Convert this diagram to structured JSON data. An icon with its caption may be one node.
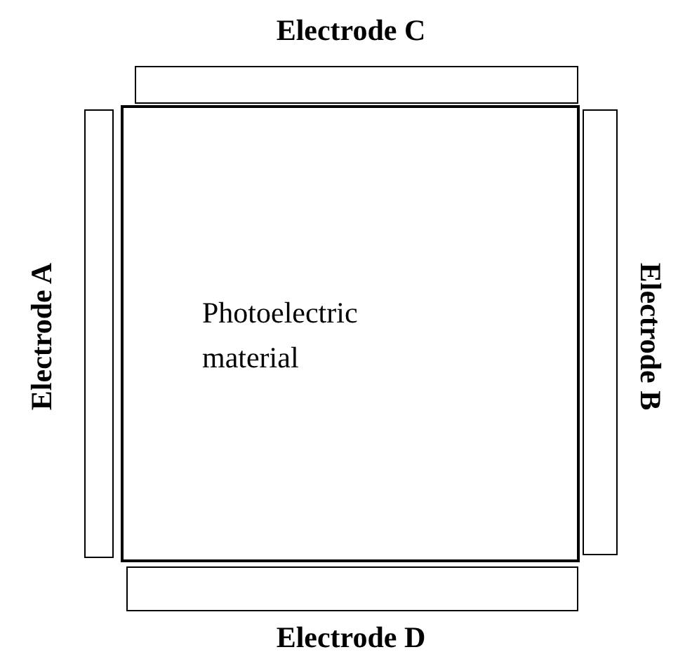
{
  "diagram": {
    "nodes": [
      {
        "text": [
          "Electrode C"
        ]
      },
      {
        "text": [
          "Electrode A"
        ]
      },
      {
        "text": [
          "Photoelectric material"
        ]
      },
      {
        "text": [
          "Electrode B"
        ]
      },
      {
        "text": [
          "Electrode D"
        ]
      }
    ]
  }
}
